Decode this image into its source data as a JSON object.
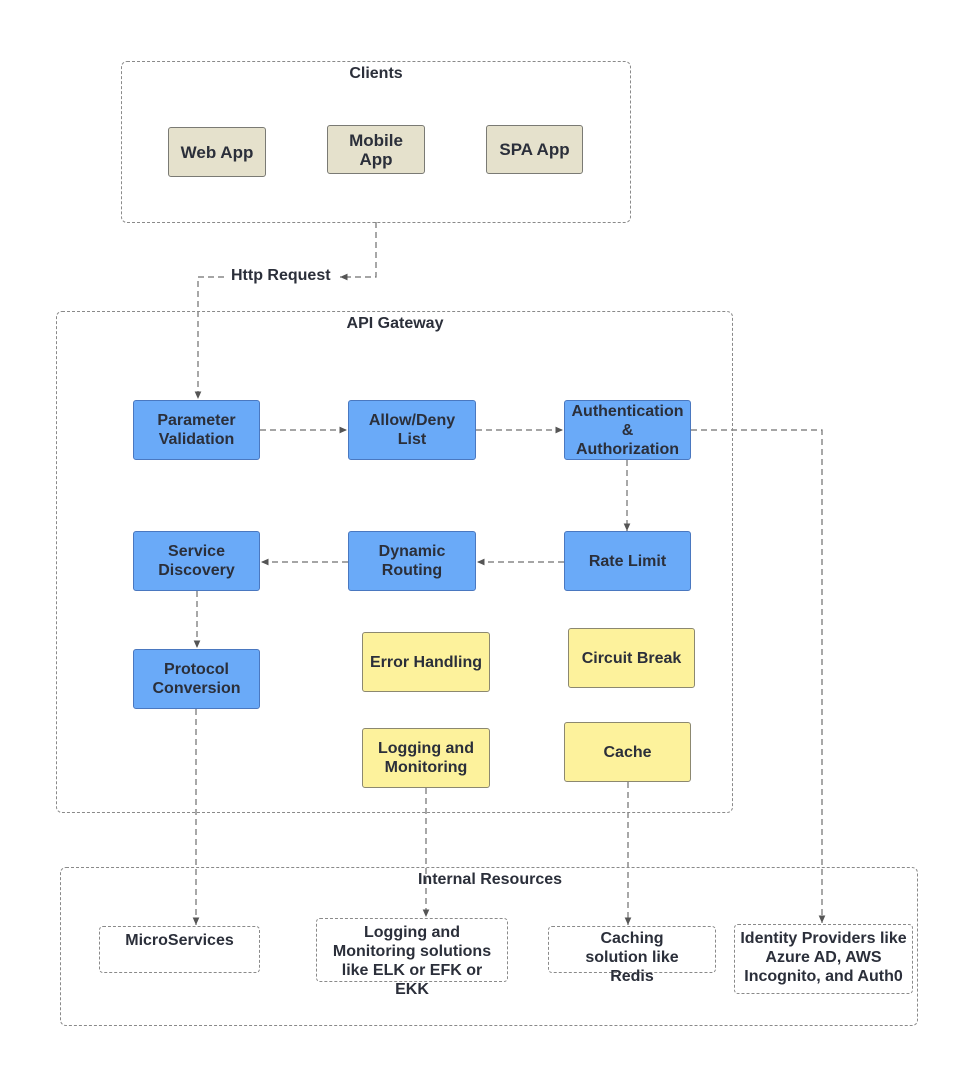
{
  "groups": {
    "clients": "Clients",
    "gateway": "API Gateway",
    "internal": "Internal Resources"
  },
  "clients": {
    "web_app": "Web App",
    "mobile_app": "Mobile App",
    "spa_app": "SPA App"
  },
  "edge_labels": {
    "http_request": "Http Request"
  },
  "gateway": {
    "parameter_validation": "Parameter Validation",
    "allow_deny": "Allow/Deny List",
    "authn_authz": "Authentication & Authorization",
    "rate_limit": "Rate Limit",
    "dynamic_routing": "Dynamic Routing",
    "service_discovery": "Service Discovery",
    "protocol_conversion": "Protocol Conversion",
    "error_handling": "Error Handling",
    "circuit_break": "Circuit Break",
    "logging_monitoring": "Logging and Monitoring",
    "cache": "Cache"
  },
  "resources": {
    "microservices": "MicroServices",
    "logging_solutions": "Logging and Monitoring solutions like ELK or EFK or EKK",
    "caching_solution": "Caching solution like Redis",
    "identity_providers": "Identity Providers like Azure AD, AWS Incognito, and Auth0"
  },
  "colors": {
    "client_fill": "#e5e1cc",
    "process_fill": "#6aaaf8",
    "cross_cutting_fill": "#fdf29c",
    "dashed_border": "#8a8a8a"
  }
}
